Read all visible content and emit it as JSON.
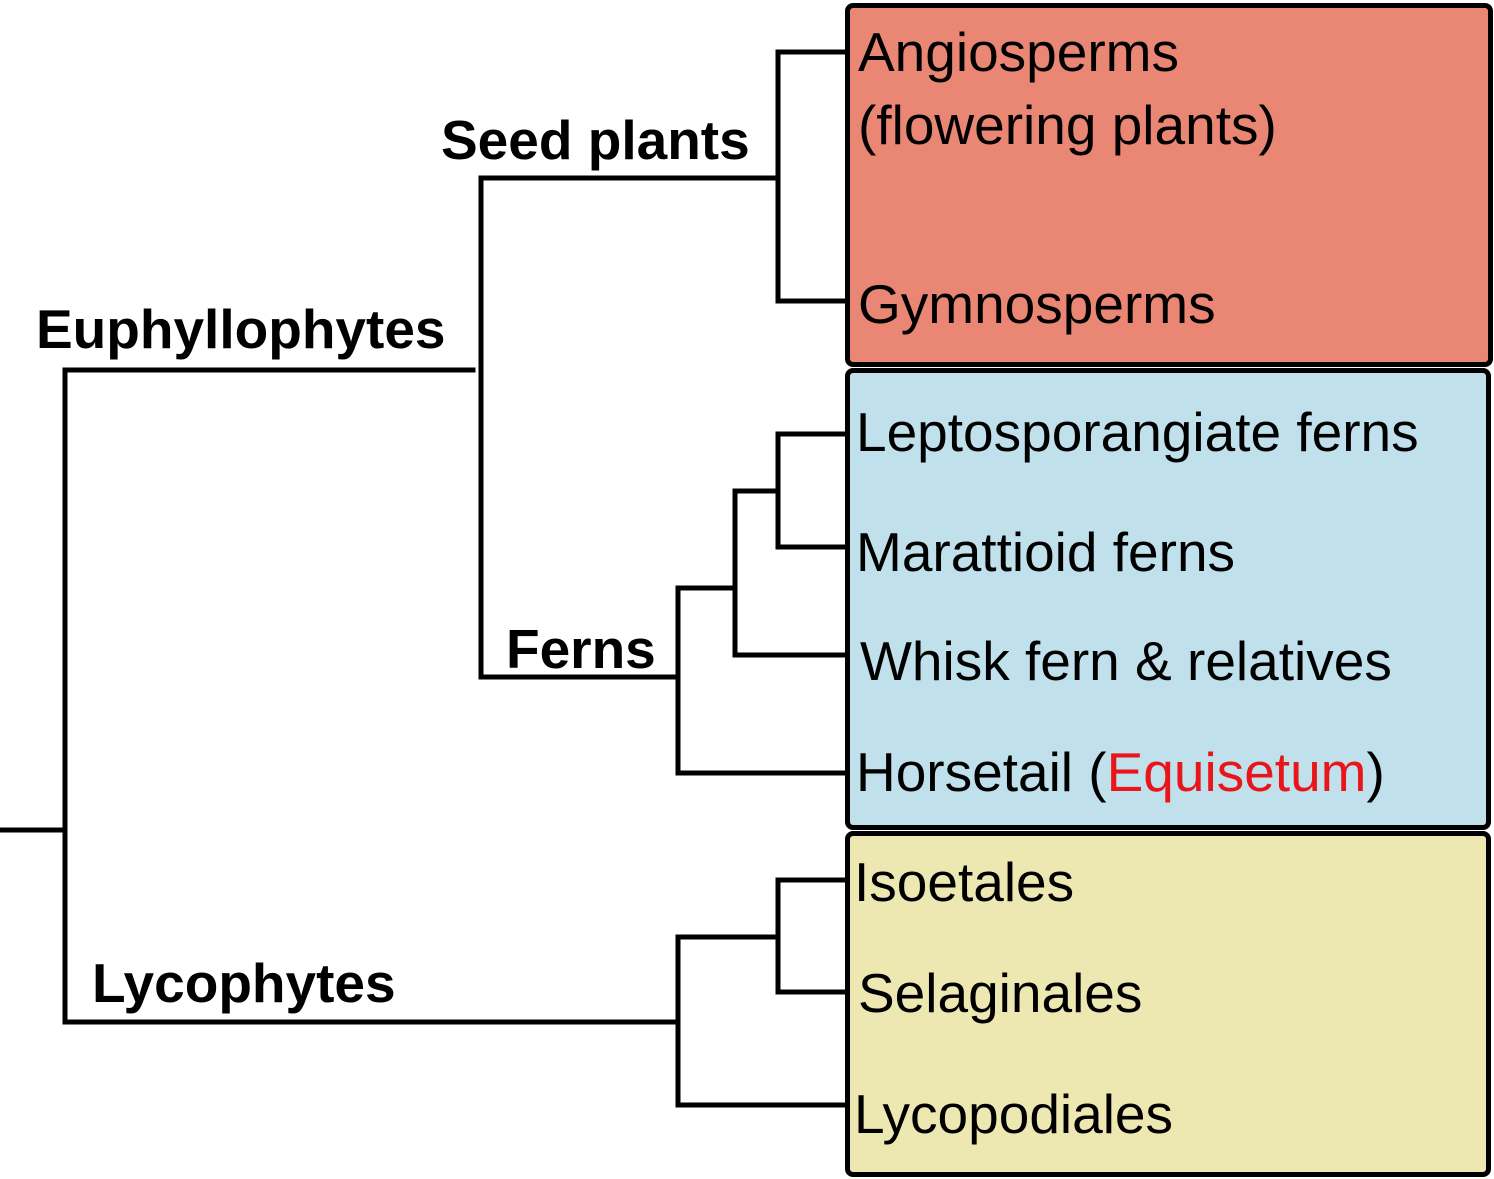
{
  "clades": {
    "seed_plants": "Seed plants",
    "euphyllophytes": "Euphyllophytes",
    "ferns": "Ferns",
    "lycophytes": "Lycophytes"
  },
  "groups": {
    "seed_plants": {
      "color": "#E98674"
    },
    "ferns": {
      "color": "#C0E1EB"
    },
    "lycophytes": {
      "color": "#EDE7B2"
    }
  },
  "taxa": {
    "angiosperms_line1": "Angiosperms",
    "angiosperms_line2": "(flowering plants)",
    "gymnosperms": "Gymnosperms",
    "leptosporangiate": "Leptosporangiate ferns",
    "marattioid": "Marattioid ferns",
    "whisk": "Whisk fern & relatives",
    "horsetail_prefix": "Horsetail (",
    "horsetail_genus": "Equisetum",
    "horsetail_suffix": ")",
    "isoetales": "Isoetales",
    "selaginales": "Selaginales",
    "lycopodiales": "Lycopodiales"
  },
  "highlight_color": "#E8161B"
}
